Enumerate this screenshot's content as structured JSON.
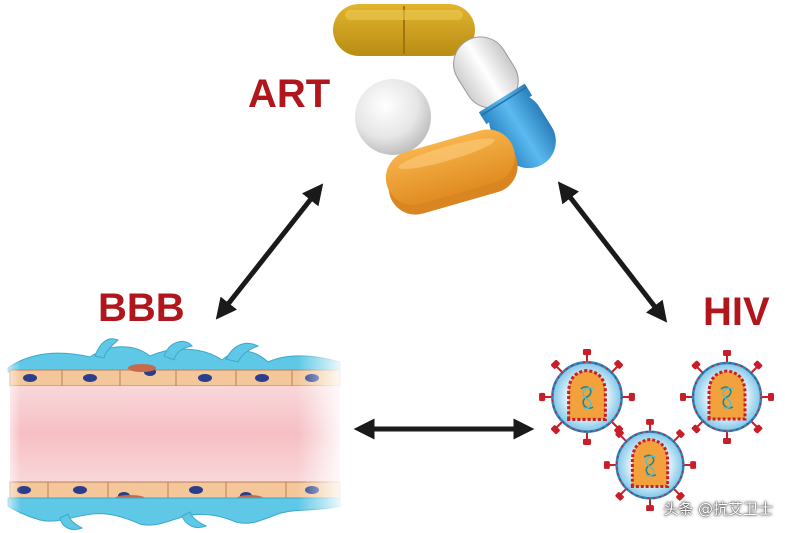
{
  "labels": {
    "art": "ART",
    "bbb": "BBB",
    "hiv": "HIV"
  },
  "watermark": "头条 @抗艾卫士",
  "colors": {
    "label_red": "#b0161c",
    "arrow": "#1a1a1a",
    "pill_mustard": "#d4a520",
    "pill_orange": "#f2a33a",
    "capsule_blue": "#3aa0dc",
    "vessel_pink": "#f7c4c8",
    "cell_tan": "#f3c79a",
    "pericyte_cyan": "#5ec8e6",
    "virus_blue": "#bfe3f3",
    "virus_core": "#f3a13c",
    "spike_red": "#c81e2a"
  },
  "icons": [
    "pill-icon",
    "capsule-icon",
    "tablet-icon",
    "blood-vessel-icon",
    "virus-icon",
    "double-arrow-icon"
  ]
}
